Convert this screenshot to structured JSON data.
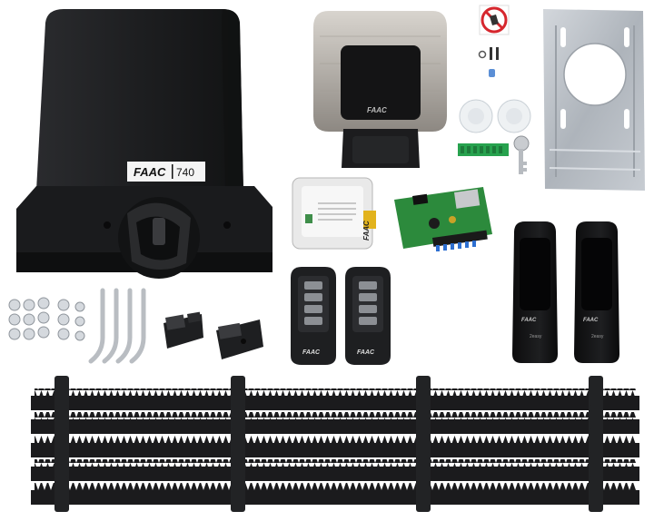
{
  "image": {
    "brand": "FAAC",
    "motor_model": "740",
    "flash_brand": "FAAC",
    "receiver_brand": "FAAC",
    "remote_brand": "FAAC",
    "photocell_brand": "FAAC",
    "photocell_small_text": "2easy",
    "colors": {
      "motor_body": "#1f2022",
      "motor_shadow": "#0e0f10",
      "flash_lens": "#bfbab3",
      "galvanized_plate": "#b9bec5",
      "pcb_green": "#2c8a3c",
      "terminal_green": "#27a24e",
      "rack_black": "#1b1b1d",
      "warning_red": "#d6262d"
    }
  }
}
